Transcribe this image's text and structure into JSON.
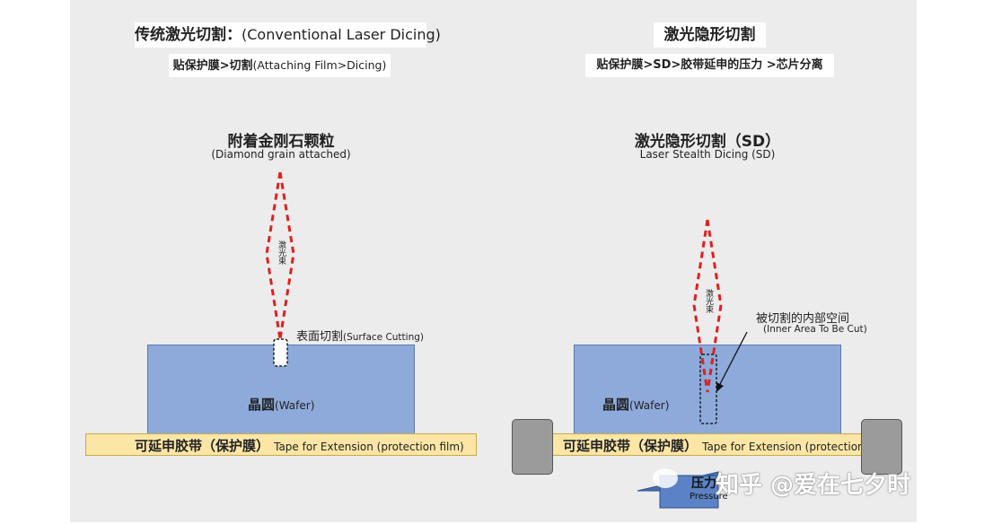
{
  "left": {
    "title_cn": "传统激光切割：",
    "title_en": "(Conventional Laser Dicing)",
    "subtitle_cn": "贴保护膜>切割",
    "subtitle_en": "(Attaching Film>Dicing)",
    "heading": "附着金刚石颗粒",
    "heading_sub": "(Diamond grain attached)",
    "beam_label": "激光束",
    "cut_label_cn": "表面切割",
    "cut_label_en": "(Surface Cutting)",
    "wafer_cn": "晶圆",
    "wafer_en": "(Wafer)",
    "tape_cn": "可延申胶带（保护膜）",
    "tape_en": "Tape for Extension (protection film)"
  },
  "right": {
    "title": "激光隐形切割",
    "subtitle": "贴保护膜>SD>胶带延申的压力 >芯片分离",
    "heading": "激光隐形切割（SD）",
    "heading_sub": "Laser Stealth Dicing (SD)",
    "beam_label": "激光束",
    "inner_label_cn": "被切割的内部空间",
    "inner_label_en": "(Inner Area To Be Cut)",
    "wafer_cn": "晶圆",
    "wafer_en": "(Wafer)",
    "tape_cn": "可延申胶带（保护膜）",
    "tape_en": "Tape for Extension (protection film)",
    "pressure_cn": "压力",
    "pressure_en": "Pressure"
  },
  "watermark": "知乎 @爱在七夕时",
  "colors": {
    "wafer": "#8eaadb",
    "tape": "#fbe6a6",
    "beam": "#e02020",
    "clamp": "#9b9b9b",
    "arrow": "#4a6fb0"
  }
}
